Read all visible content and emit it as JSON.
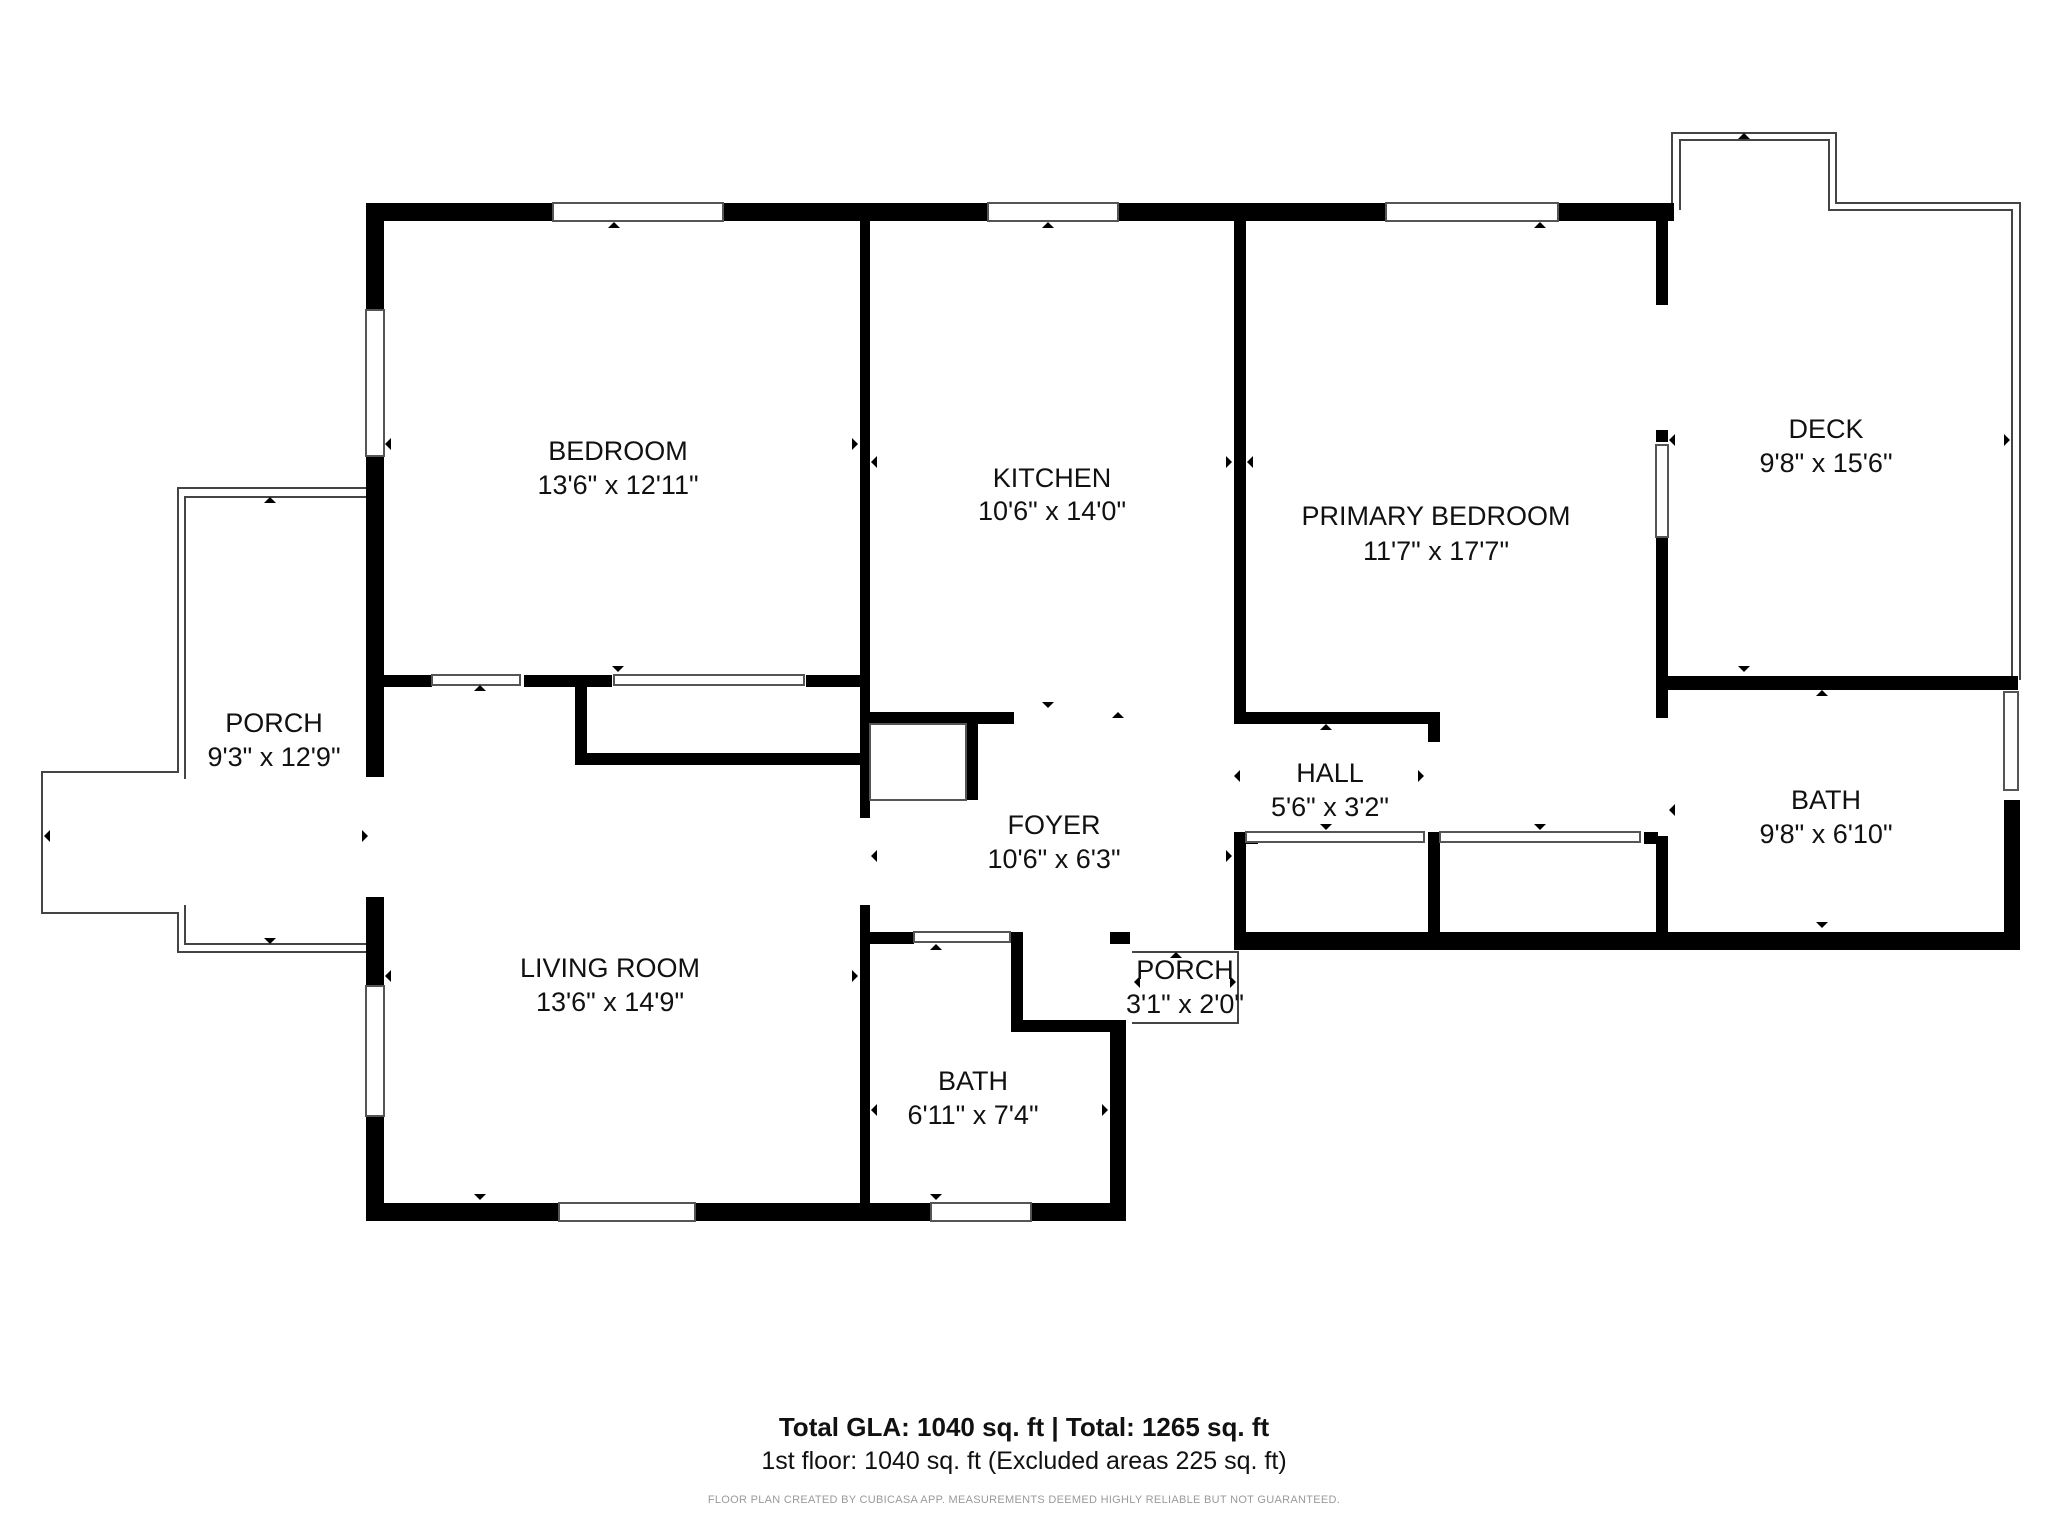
{
  "rooms": {
    "bedroom": {
      "name": "BEDROOM",
      "dims": "13'6\" x 12'11\""
    },
    "kitchen": {
      "name": "KITCHEN",
      "dims": "10'6\" x 14'0\""
    },
    "primary_bedroom": {
      "name": "PRIMARY BEDROOM",
      "dims": "11'7\" x 17'7\""
    },
    "deck": {
      "name": "DECK",
      "dims": "9'8\" x 15'6\""
    },
    "porch_west": {
      "name": "PORCH",
      "dims": "9'3\" x 12'9\""
    },
    "hall": {
      "name": "HALL",
      "dims": "5'6\" x 3'2\""
    },
    "bath_east": {
      "name": "BATH",
      "dims": "9'8\" x 6'10\""
    },
    "foyer": {
      "name": "FOYER",
      "dims": "10'6\" x 6'3\""
    },
    "living_room": {
      "name": "LIVING ROOM",
      "dims": "13'6\" x 14'9\""
    },
    "porch_south": {
      "name": "PORCH",
      "dims": "3'1\" x 2'0\""
    },
    "bath_south": {
      "name": "BATH",
      "dims": "6'11\" x 7'4\""
    }
  },
  "footer": {
    "total": "Total GLA: 1040 sq. ft | Total: 1265 sq. ft",
    "floor": "1st floor: 1040 sq. ft (Excluded areas 225 sq. ft)",
    "credit": "FLOOR PLAN CREATED BY CUBICASA APP. MEASUREMENTS DEEMED HIGHLY RELIABLE BUT NOT GUARANTEED."
  },
  "colors": {
    "wall": "#000000",
    "background": "#ffffff",
    "thin_line": "#555555"
  }
}
